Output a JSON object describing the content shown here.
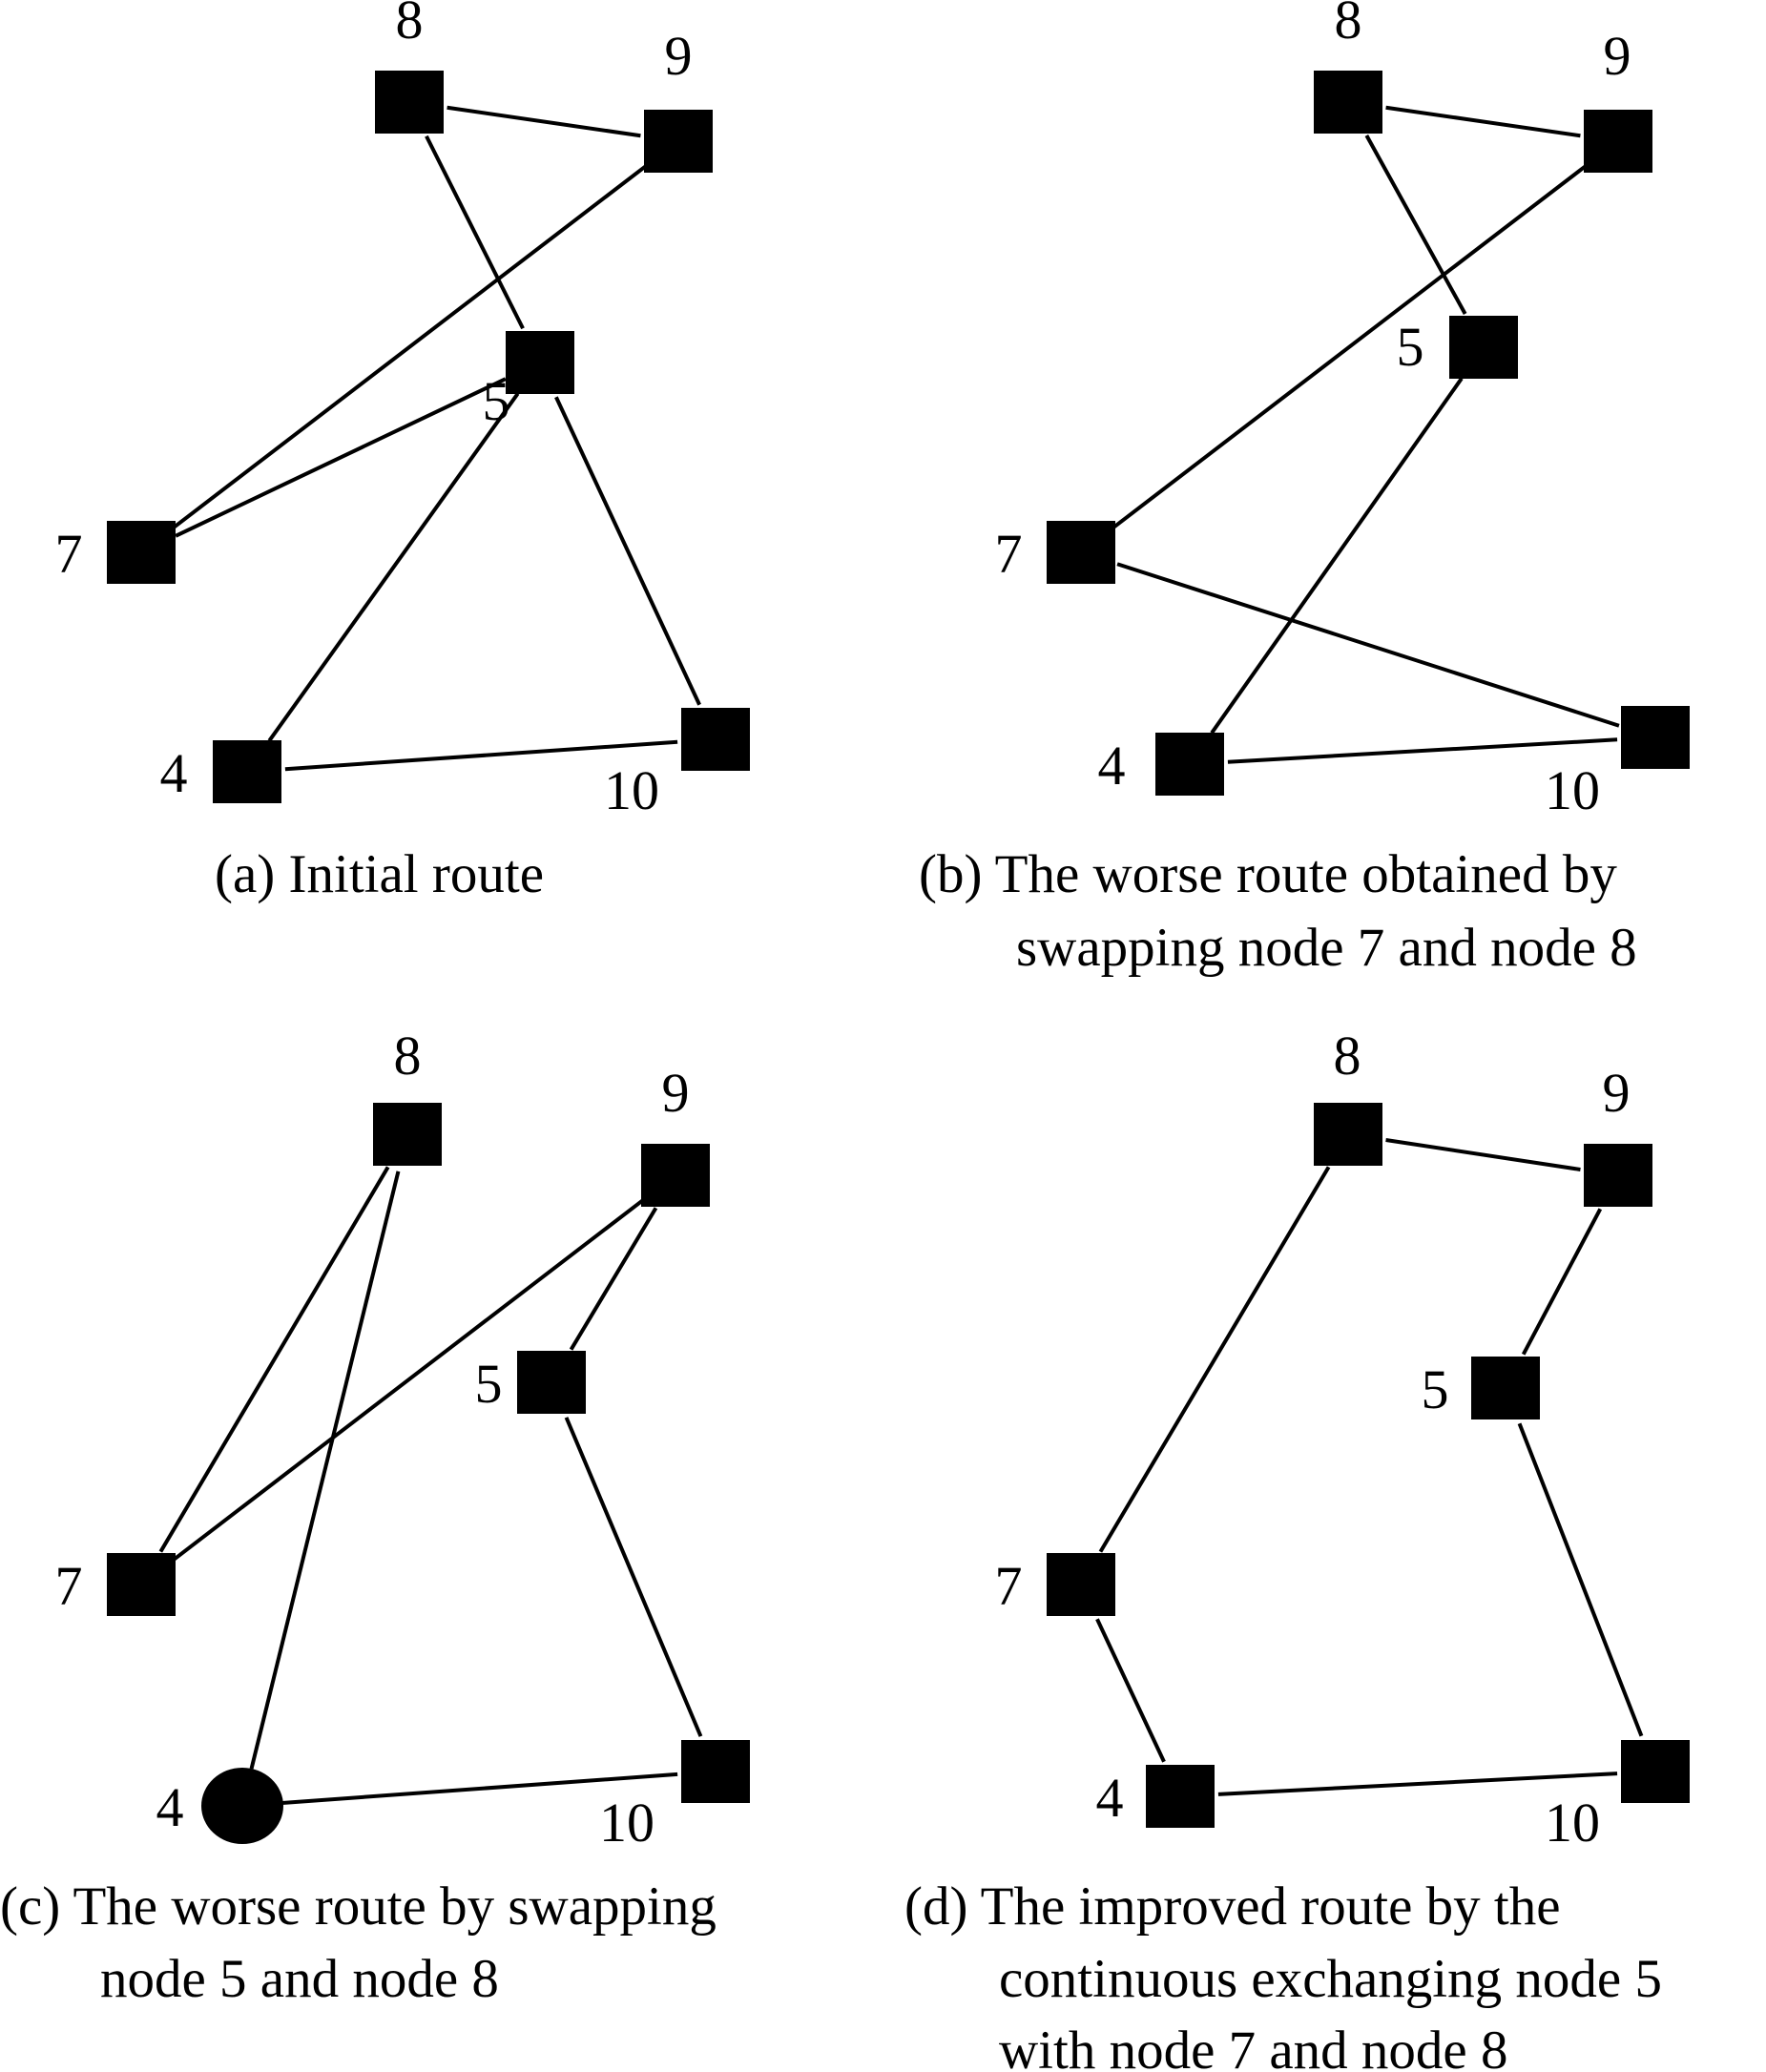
{
  "diagram": {
    "node_color": "#000000",
    "panels": [
      {
        "id": "a",
        "caption": [
          "(a) Initial route"
        ],
        "nodes": [
          {
            "label": "8",
            "shape": "square"
          },
          {
            "label": "9",
            "shape": "square"
          },
          {
            "label": "5",
            "shape": "square"
          },
          {
            "label": "7",
            "shape": "square"
          },
          {
            "label": "4",
            "shape": "square"
          },
          {
            "label": "10",
            "shape": "square"
          }
        ],
        "edges": [
          [
            "8",
            "9"
          ],
          [
            "9",
            "7"
          ],
          [
            "7",
            "5"
          ],
          [
            "8",
            "5"
          ],
          [
            "5",
            "4"
          ],
          [
            "5",
            "10"
          ],
          [
            "4",
            "10"
          ]
        ]
      },
      {
        "id": "b",
        "caption": [
          "(b) The worse route obtained by",
          "swapping node 7 and node 8"
        ],
        "nodes": [
          {
            "label": "8",
            "shape": "square"
          },
          {
            "label": "9",
            "shape": "square"
          },
          {
            "label": "5",
            "shape": "square"
          },
          {
            "label": "7",
            "shape": "square"
          },
          {
            "label": "4",
            "shape": "square"
          },
          {
            "label": "10",
            "shape": "square"
          }
        ],
        "edges": [
          [
            "8",
            "9"
          ],
          [
            "8",
            "5"
          ],
          [
            "9",
            "7"
          ],
          [
            "7",
            "10"
          ],
          [
            "5",
            "4"
          ],
          [
            "4",
            "10"
          ]
        ]
      },
      {
        "id": "c",
        "caption": [
          "(c) The worse route by swapping",
          "node 5 and node 8"
        ],
        "nodes": [
          {
            "label": "8",
            "shape": "square"
          },
          {
            "label": "9",
            "shape": "square"
          },
          {
            "label": "5",
            "shape": "square"
          },
          {
            "label": "7",
            "shape": "square"
          },
          {
            "label": "4",
            "shape": "circle"
          },
          {
            "label": "10",
            "shape": "square"
          }
        ],
        "edges": [
          [
            "8",
            "4"
          ],
          [
            "8",
            "7"
          ],
          [
            "7",
            "9"
          ],
          [
            "9",
            "5"
          ],
          [
            "5",
            "10"
          ],
          [
            "4",
            "10"
          ]
        ]
      },
      {
        "id": "d",
        "caption": [
          "(d) The improved route by the",
          "continuous exchanging node 5",
          "with node 7 and node 8"
        ],
        "nodes": [
          {
            "label": "8",
            "shape": "square"
          },
          {
            "label": "9",
            "shape": "square"
          },
          {
            "label": "5",
            "shape": "square"
          },
          {
            "label": "7",
            "shape": "square"
          },
          {
            "label": "4",
            "shape": "square"
          },
          {
            "label": "10",
            "shape": "square"
          }
        ],
        "edges": [
          [
            "8",
            "9"
          ],
          [
            "9",
            "5"
          ],
          [
            "5",
            "10"
          ],
          [
            "10",
            "4"
          ],
          [
            "4",
            "7"
          ],
          [
            "7",
            "8"
          ]
        ]
      }
    ]
  }
}
